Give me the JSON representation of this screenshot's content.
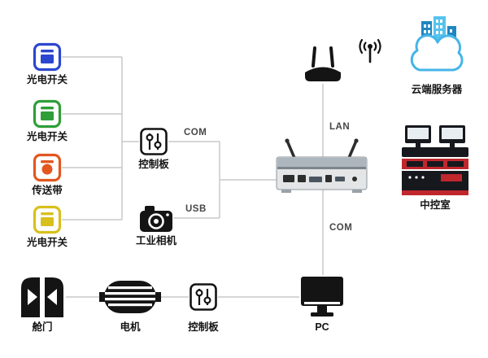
{
  "diagram": {
    "nodes": {
      "photoswitch_blue": {
        "label": "光电开关",
        "color": "#2b47d0"
      },
      "photoswitch_green": {
        "label": "光电开关",
        "color": "#2f9e38"
      },
      "conveyor": {
        "label": "传送带",
        "color": "#e2571f"
      },
      "photoswitch_yellow": {
        "label": "光电开关",
        "color": "#d8c01c"
      },
      "control_board": {
        "label": "控制板"
      },
      "camera": {
        "label": "工业相机"
      },
      "cloud_server": {
        "label": "云端服务器"
      },
      "control_room": {
        "label": "中控室"
      },
      "door": {
        "label": "舱门"
      },
      "motor": {
        "label": "电机"
      },
      "control_board_2": {
        "label": "控制板"
      },
      "pc": {
        "label": "PC"
      }
    },
    "edge_labels": {
      "com_controlboard": "COM",
      "usb_camera": "USB",
      "lan_router": "LAN",
      "com_pc": "COM"
    },
    "colors": {
      "wire": "#c9c9c9",
      "icon_black": "#141414",
      "cloud_accent": "#45b5e8",
      "cloud_building_dark": "#1f86c0",
      "cloud_building_light": "#56c3ee",
      "console_red": "#c0272d"
    },
    "icons": {
      "photoelectric-switch-icon": "rounded-frame-sensor",
      "conveyor-icon": "rounded-frame-roller",
      "control-board-icon": "sliders-panel",
      "industrial-camera-icon": "camera",
      "router-icon": "router-with-antennas",
      "wifi-signal-icon": "antenna-with-waves",
      "industrial-pc-image": "embedded-box-pc",
      "cloud-server-icon": "cloud-with-buildings",
      "control-room-icon": "console-with-monitors",
      "door-icon": "hatch-with-arrows",
      "motor-icon": "finned-motor",
      "pc-monitor-icon": "desktop-monitor"
    }
  }
}
